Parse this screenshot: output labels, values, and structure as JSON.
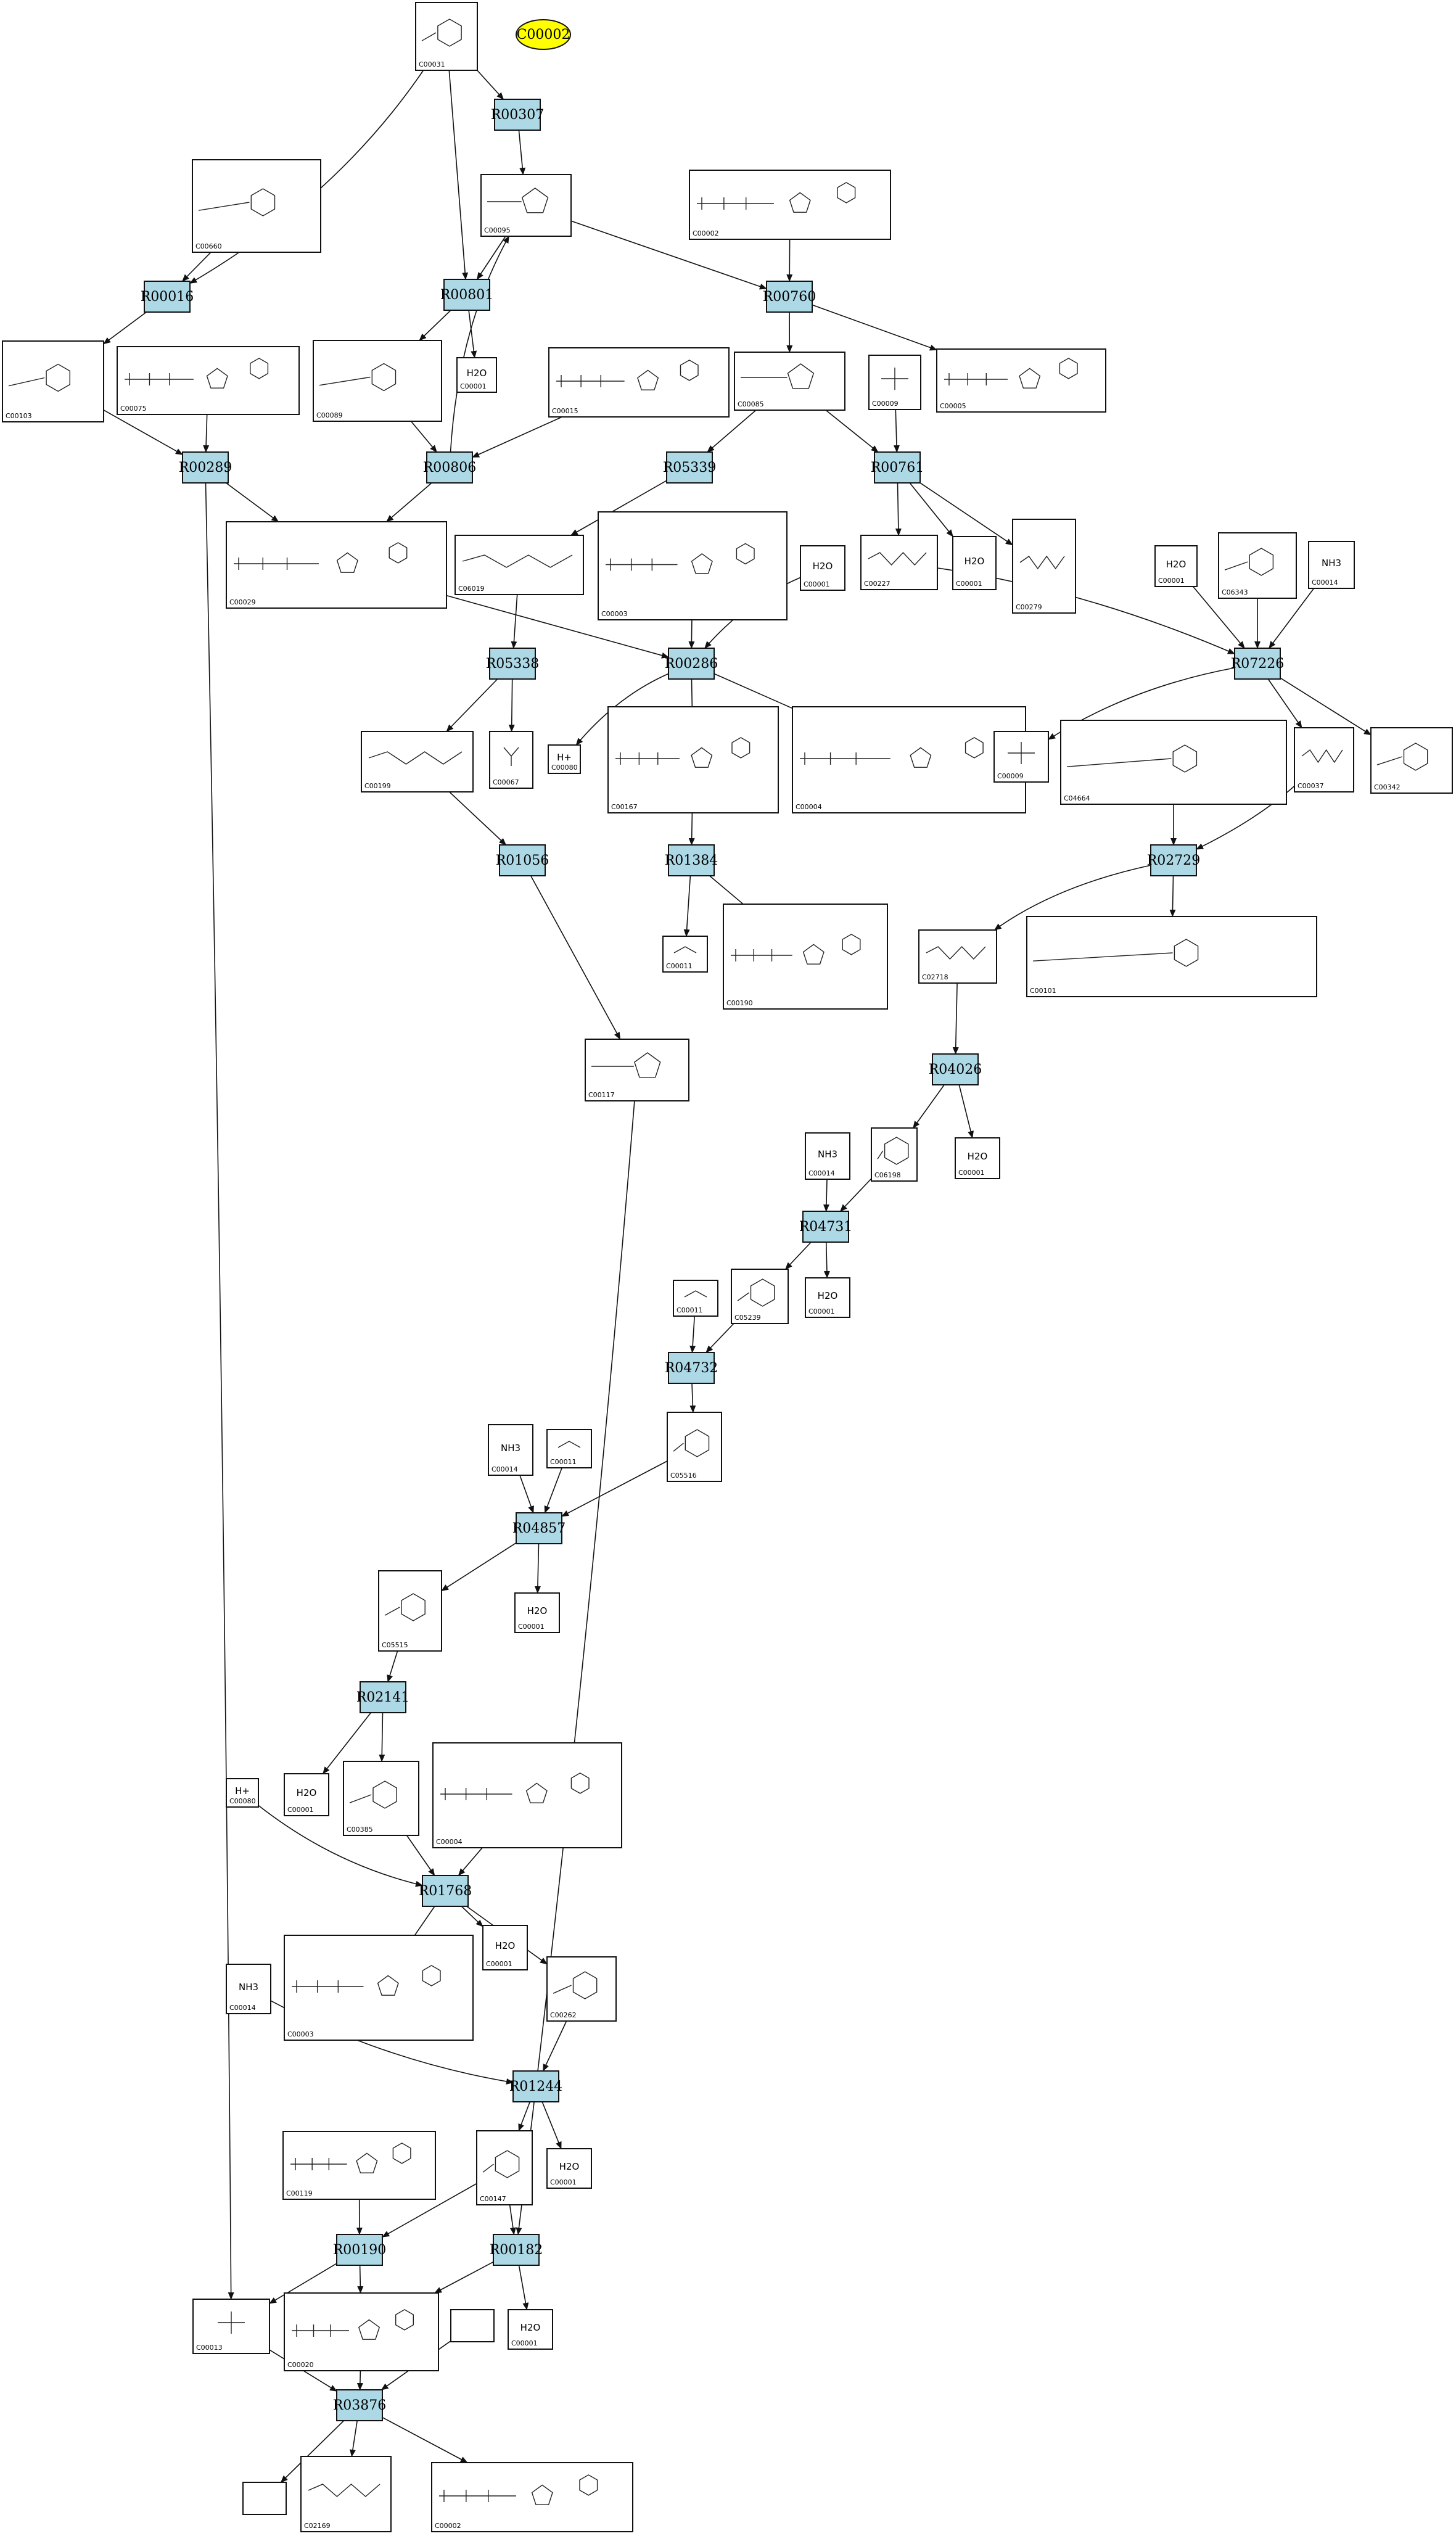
{
  "start_node": {
    "id": "C00002"
  },
  "reactions": [
    {
      "key": "R00307",
      "label": "R00307"
    },
    {
      "key": "R00016",
      "label": "R00016"
    },
    {
      "key": "R00801",
      "label": "R00801"
    },
    {
      "key": "R00760",
      "label": "R00760"
    },
    {
      "key": "R00289",
      "label": "R00289"
    },
    {
      "key": "R00806",
      "label": "R00806"
    },
    {
      "key": "R05339",
      "label": "R05339"
    },
    {
      "key": "R00761",
      "label": "R00761"
    },
    {
      "key": "R05338",
      "label": "R05338"
    },
    {
      "key": "R00286",
      "label": "R00286"
    },
    {
      "key": "R07226",
      "label": "R07226"
    },
    {
      "key": "R01056",
      "label": "R01056"
    },
    {
      "key": "R01384",
      "label": "R01384"
    },
    {
      "key": "R02729",
      "label": "R02729"
    },
    {
      "key": "R04026",
      "label": "R04026"
    },
    {
      "key": "R04731",
      "label": "R04731"
    },
    {
      "key": "R04732",
      "label": "R04732"
    },
    {
      "key": "R04857",
      "label": "R04857"
    },
    {
      "key": "R02141",
      "label": "R02141"
    },
    {
      "key": "R01768",
      "label": "R01768"
    },
    {
      "key": "R01244",
      "label": "R01244"
    },
    {
      "key": "R00190",
      "label": "R00190"
    },
    {
      "key": "R00182",
      "label": "R00182"
    },
    {
      "key": "R03876",
      "label": "R03876"
    }
  ],
  "compounds": [
    {
      "key": "c31",
      "id": "C00031"
    },
    {
      "key": "c660",
      "id": "C00660"
    },
    {
      "key": "c95",
      "id": "C00095"
    },
    {
      "key": "c2top",
      "id": "C00002"
    },
    {
      "key": "c103",
      "id": "C00103"
    },
    {
      "key": "c75",
      "id": "C00075"
    },
    {
      "key": "c89",
      "id": "C00089"
    },
    {
      "key": "c1a",
      "id": "C00001",
      "formula": "H2O"
    },
    {
      "key": "c15",
      "id": "C00015"
    },
    {
      "key": "c85",
      "id": "C00085"
    },
    {
      "key": "c9",
      "id": "C00009"
    },
    {
      "key": "c5",
      "id": "C00005"
    },
    {
      "key": "c29",
      "id": "C00029"
    },
    {
      "key": "c6019",
      "id": "C06019"
    },
    {
      "key": "c3a",
      "id": "C00003"
    },
    {
      "key": "c1b",
      "id": "C00001",
      "formula": "H2O"
    },
    {
      "key": "c227",
      "id": "C00227"
    },
    {
      "key": "c1c",
      "id": "C00001",
      "formula": "H2O"
    },
    {
      "key": "c279",
      "id": "C00279"
    },
    {
      "key": "c1d",
      "id": "C00001",
      "formula": "H2O"
    },
    {
      "key": "c6343",
      "id": "C06343"
    },
    {
      "key": "c14a",
      "id": "C00014",
      "formula": "NH3"
    },
    {
      "key": "c80a",
      "id": "C00080",
      "formula": "H+"
    },
    {
      "key": "c199",
      "id": "C00199"
    },
    {
      "key": "c67",
      "id": "C00067"
    },
    {
      "key": "c167",
      "id": "C00167"
    },
    {
      "key": "c4a",
      "id": "C00004"
    },
    {
      "key": "c9b",
      "id": "C00009"
    },
    {
      "key": "c4664",
      "id": "C04664"
    },
    {
      "key": "c37",
      "id": "C00037"
    },
    {
      "key": "c342",
      "id": "C00342"
    },
    {
      "key": "c11a",
      "id": "C00011"
    },
    {
      "key": "c190",
      "id": "C00190"
    },
    {
      "key": "c2718",
      "id": "C02718"
    },
    {
      "key": "c101",
      "id": "C00101"
    },
    {
      "key": "c117",
      "id": "C00117"
    },
    {
      "key": "c14b",
      "id": "C00014",
      "formula": "NH3"
    },
    {
      "key": "c6198",
      "id": "C06198"
    },
    {
      "key": "c1e",
      "id": "C00001",
      "formula": "H2O"
    },
    {
      "key": "c5239",
      "id": "C05239"
    },
    {
      "key": "c1f",
      "id": "C00001",
      "formula": "H2O"
    },
    {
      "key": "c11b",
      "id": "C00011"
    },
    {
      "key": "c14c",
      "id": "C00014",
      "formula": "NH3"
    },
    {
      "key": "c11c",
      "id": "C00011"
    },
    {
      "key": "c5516",
      "id": "C05516"
    },
    {
      "key": "c1g",
      "id": "C00001",
      "formula": "H2O"
    },
    {
      "key": "c5515",
      "id": "C05515"
    },
    {
      "key": "c80b",
      "id": "C00080",
      "formula": "H+"
    },
    {
      "key": "c1h",
      "id": "C00001",
      "formula": "H2O"
    },
    {
      "key": "c385",
      "id": "C00385"
    },
    {
      "key": "c4b",
      "id": "C00004"
    },
    {
      "key": "c3b",
      "id": "C00003"
    },
    {
      "key": "c1i",
      "id": "C00001",
      "formula": "H2O"
    },
    {
      "key": "c262",
      "id": "C00262"
    },
    {
      "key": "c14d",
      "id": "C00014",
      "formula": "NH3"
    },
    {
      "key": "c119",
      "id": "C00119"
    },
    {
      "key": "c147",
      "id": "C00147"
    },
    {
      "key": "c1j",
      "id": "C00001",
      "formula": "H2O"
    },
    {
      "key": "c13",
      "id": "C00013"
    },
    {
      "key": "c20",
      "id": "C00020"
    },
    {
      "key": "c1k",
      "id": "C00001",
      "formula": "H2O"
    },
    {
      "key": "cempty1",
      "id": ""
    },
    {
      "key": "cempty2",
      "id": ""
    },
    {
      "key": "c2169",
      "id": "C02169"
    },
    {
      "key": "c2bot",
      "id": "C00002"
    }
  ]
}
